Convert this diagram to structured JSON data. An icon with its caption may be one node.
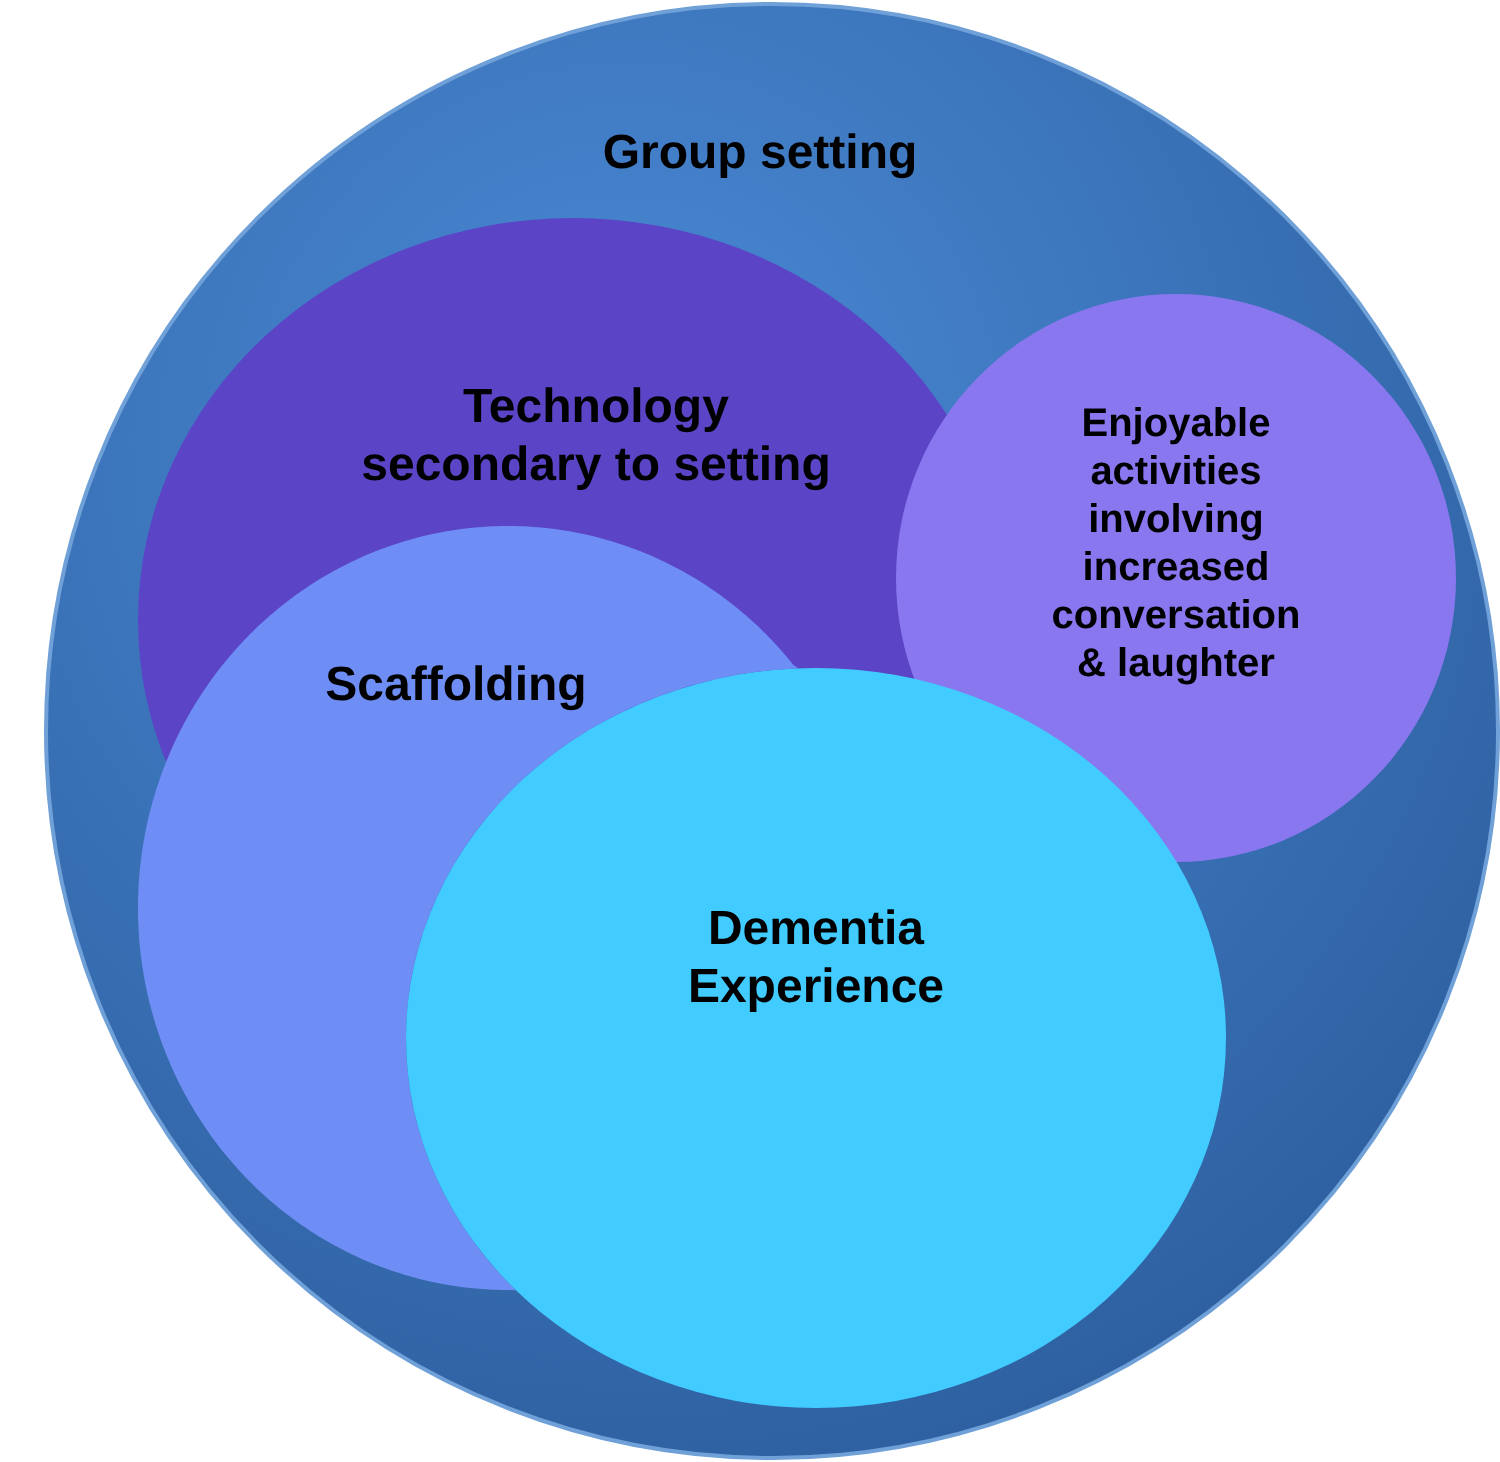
{
  "diagram": {
    "nodes": [
      {
        "text": [
          "Group setting"
        ]
      },
      {
        "text": [
          "Technology secondary to setting"
        ],
        "in": 0
      },
      {
        "text": [
          "Enjoyable activities involving increased conversation & laughter"
        ],
        "in": 0
      },
      {
        "text": [
          "Scaffolding"
        ],
        "in": 0
      },
      {
        "text": [
          "Dementia Experience"
        ],
        "in": 0
      }
    ]
  }
}
